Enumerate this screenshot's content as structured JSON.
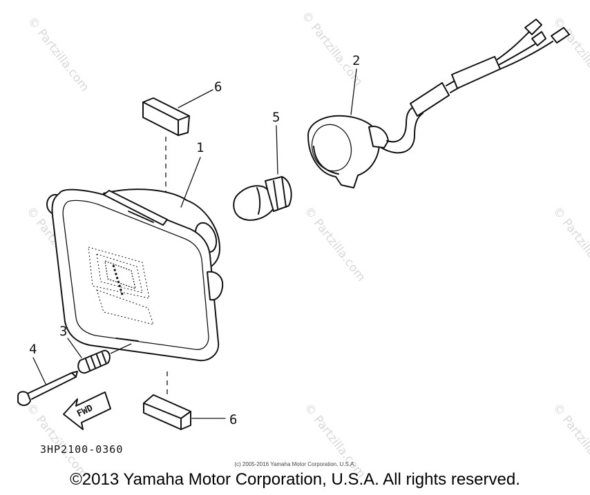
{
  "diagram": {
    "callouts": [
      "1",
      "2",
      "3",
      "4",
      "5",
      "6",
      "6"
    ],
    "arrow_label": "FWD",
    "drawing_id": "3HP2100-0360",
    "watermark": "© Partzilla.com"
  },
  "copyright": {
    "small": "(c) 2005-2016 Yamaha Motor Corporation, U.S.A.",
    "main": "©2013 Yamaha Motor Corporation, U.S.A. All rights reserved."
  }
}
